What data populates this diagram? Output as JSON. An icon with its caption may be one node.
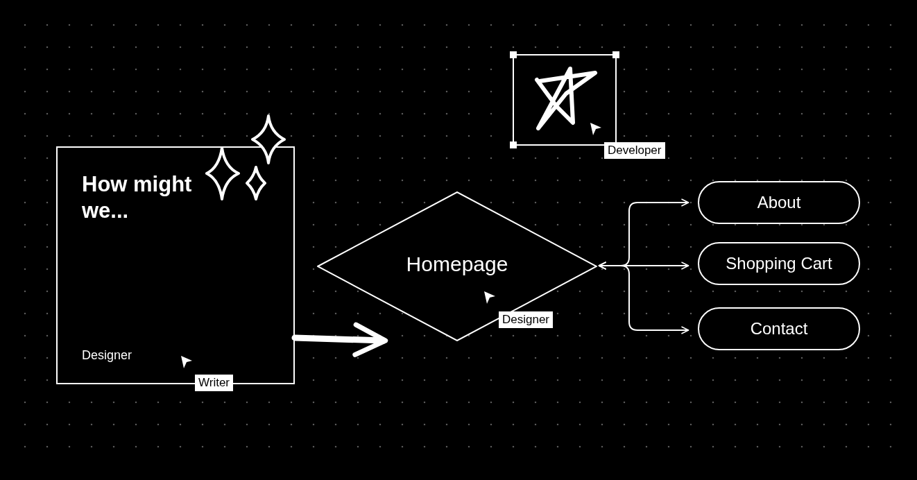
{
  "diagram": {
    "nodes": [
      {
        "text": [
          "How might we...",
          "Designer"
        ]
      },
      {
        "text": [
          "Homepage"
        ]
      },
      {
        "text": [
          "About"
        ]
      },
      {
        "text": [
          "Shopping Cart"
        ]
      },
      {
        "text": [
          "Contact"
        ]
      }
    ],
    "edges": [
      {
        "from": 0,
        "to": 1,
        "arrow": "to",
        "style": "thick"
      },
      {
        "from": 1,
        "to": 2,
        "arrow": "both"
      },
      {
        "from": 1,
        "to": 3,
        "arrow": "both"
      },
      {
        "from": 1,
        "to": 4,
        "arrow": "both"
      }
    ],
    "labels": [
      "Developer",
      "Designer",
      "Writer"
    ]
  }
}
